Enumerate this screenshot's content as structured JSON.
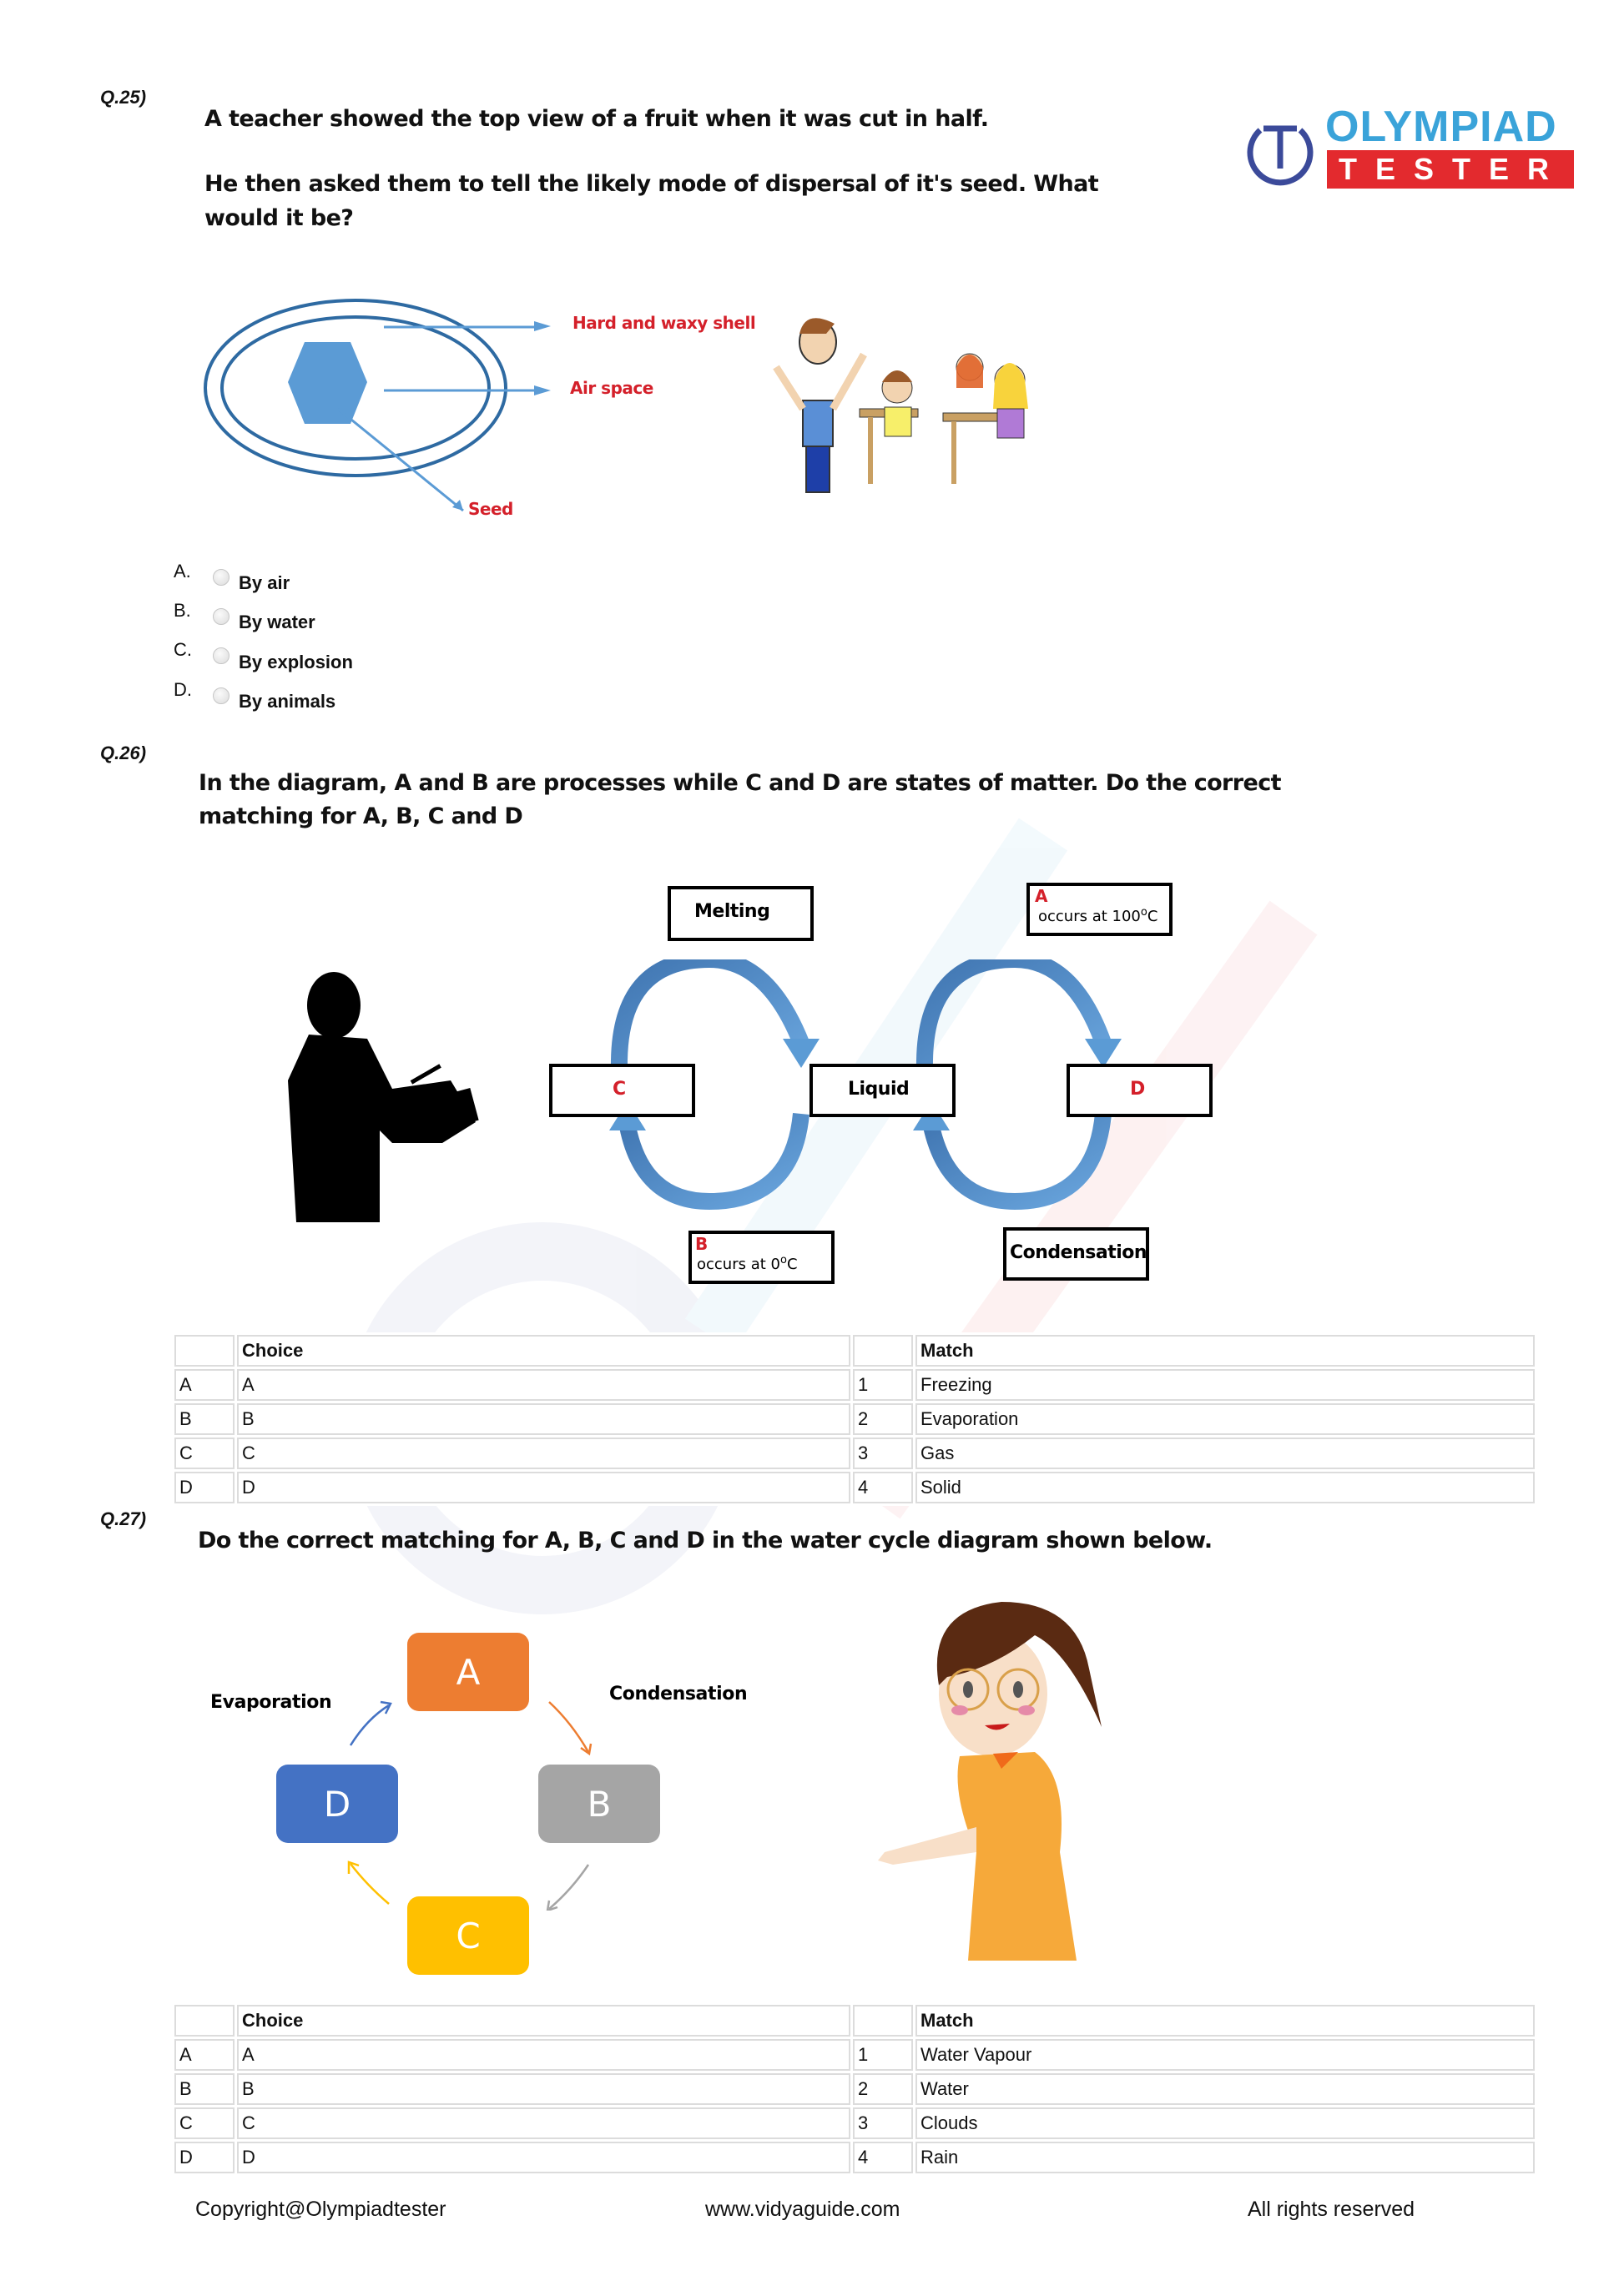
{
  "logo": {
    "top": "OLYMPIAD",
    "bottom": "TESTER",
    "colors": {
      "blue": "#3aa3d9",
      "red": "#e32a2e",
      "ring": "#3b4a9a"
    }
  },
  "q25": {
    "number": "Q.25)",
    "line1": "A teacher showed the top view of a fruit when it was cut in half.",
    "line2": "He then asked them to tell the likely mode of dispersal of it's seed. What",
    "line3": "would it be?",
    "diagram": {
      "label_shell": "Hard and waxy shell",
      "label_air": "Air space",
      "label_seed": "Seed"
    },
    "options": [
      {
        "letter": "A.",
        "label": "By air"
      },
      {
        "letter": "B.",
        "label": "By water"
      },
      {
        "letter": "C.",
        "label": "By explosion"
      },
      {
        "letter": "D.",
        "label": "By animals"
      }
    ]
  },
  "q26": {
    "number": "Q.26)",
    "line1": "In the diagram, A and B are processes while C and D are states of matter. Do the correct",
    "line2": "matching for A, B, C and D",
    "diagram": {
      "melting": "Melting",
      "a_letter": "A",
      "a_text": "occurs at 100",
      "a_unit": "C",
      "c": "C",
      "liquid": "Liquid",
      "d": "D",
      "b_letter": "B",
      "b_text": "occurs at 0",
      "b_unit": "C",
      "condensation": "Condensation",
      "degree": "o"
    },
    "table": {
      "headers": [
        "",
        "Choice",
        "",
        "Match"
      ],
      "rows": [
        [
          "A",
          "A",
          "1",
          "Freezing"
        ],
        [
          "B",
          "B",
          "2",
          "Evaporation"
        ],
        [
          "C",
          "C",
          "3",
          "Gas"
        ],
        [
          "D",
          "D",
          "4",
          "Solid"
        ]
      ]
    }
  },
  "q27": {
    "number": "Q.27)",
    "line1": "Do the correct matching for A, B, C and D in the water cycle diagram shown below.",
    "diagram": {
      "a": "A",
      "b": "B",
      "c": "C",
      "d": "D",
      "evaporation": "Evaporation",
      "condensation": "Condensation",
      "colors": {
        "a": "#ed7d31",
        "b": "#a5a5a5",
        "c": "#ffc000",
        "d": "#4472c4"
      }
    },
    "table": {
      "headers": [
        "",
        "Choice",
        "",
        "Match"
      ],
      "rows": [
        [
          "A",
          "A",
          "1",
          "Water Vapour"
        ],
        [
          "B",
          "B",
          "2",
          "Water"
        ],
        [
          "C",
          "C",
          "3",
          "Clouds"
        ],
        [
          "D",
          "D",
          "4",
          "Rain"
        ]
      ]
    }
  },
  "footer": {
    "left": "Copyright@Olympiadtester",
    "center": "www.vidyaguide.com",
    "right": "All rights reserved"
  }
}
